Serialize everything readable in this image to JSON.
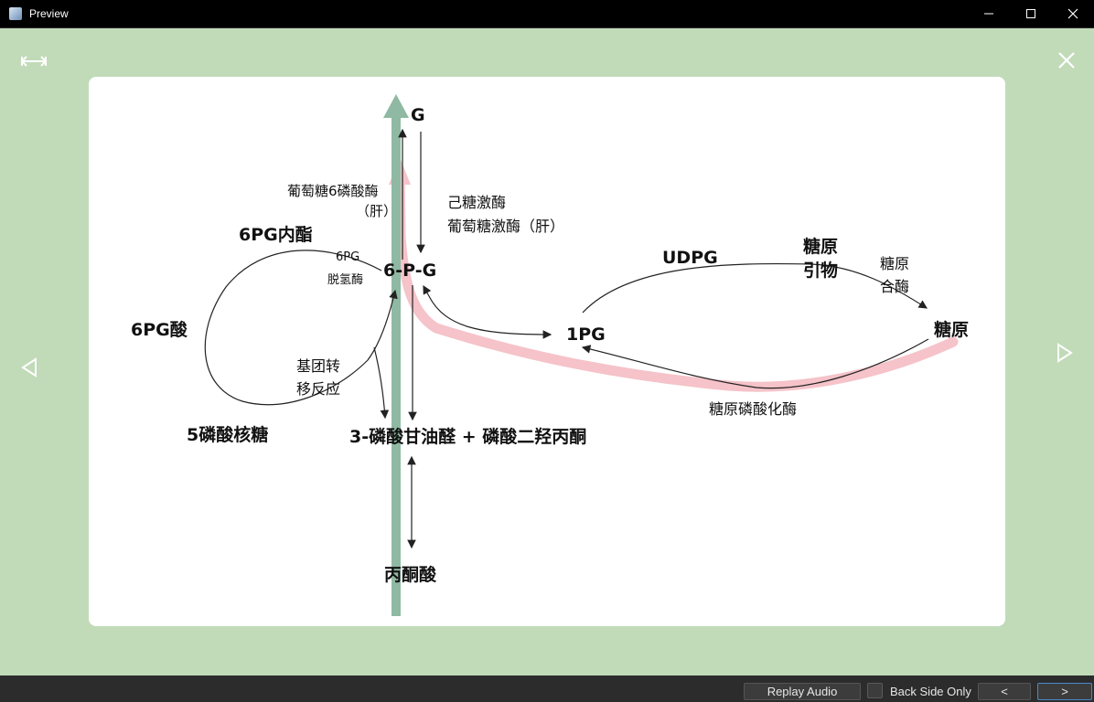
{
  "window": {
    "title": "Preview"
  },
  "diagram": {
    "nodes": {
      "g": "G",
      "g6p": "6-P-G",
      "g6pase": "葡萄糖6磷酸酶",
      "g6pase_liver": "（肝）",
      "hexokinase": "己糖激酶",
      "glucokinase": "葡萄糖激酶（肝）",
      "pg_lactone": "6PG内酯",
      "pg_dehydrogenase_1": "6PG",
      "pg_dehydrogenase_2": "脱氢酶",
      "pg_acid": "6PG酸",
      "transfer_1": "基团转",
      "transfer_2": "移反应",
      "ribose5p": "5磷酸核糖",
      "triose": "3-磷酸甘油醛 + 磷酸二羟丙酮",
      "pyruvate": "丙酮酸",
      "udpg": "UDPG",
      "primer_1": "糖原",
      "primer_2": "引物",
      "synthase_1": "糖原",
      "synthase_2": "合酶",
      "glycogen": "糖原",
      "g1p": "1PG",
      "phosphorylase": "糖原磷酸化酶"
    },
    "colors": {
      "green_arrow": "#8fb9a2",
      "pink_arrow": "#f5c3c9",
      "background": "#c1dbb9"
    }
  },
  "icons": {
    "expand": "expand-horizontal-icon",
    "close": "close-icon",
    "prev": "triangle-left-icon",
    "next": "triangle-right-icon"
  },
  "bottom": {
    "replay_audio": "Replay Audio",
    "back_side_only": "Back Side Only",
    "prev": "<",
    "next": ">"
  }
}
